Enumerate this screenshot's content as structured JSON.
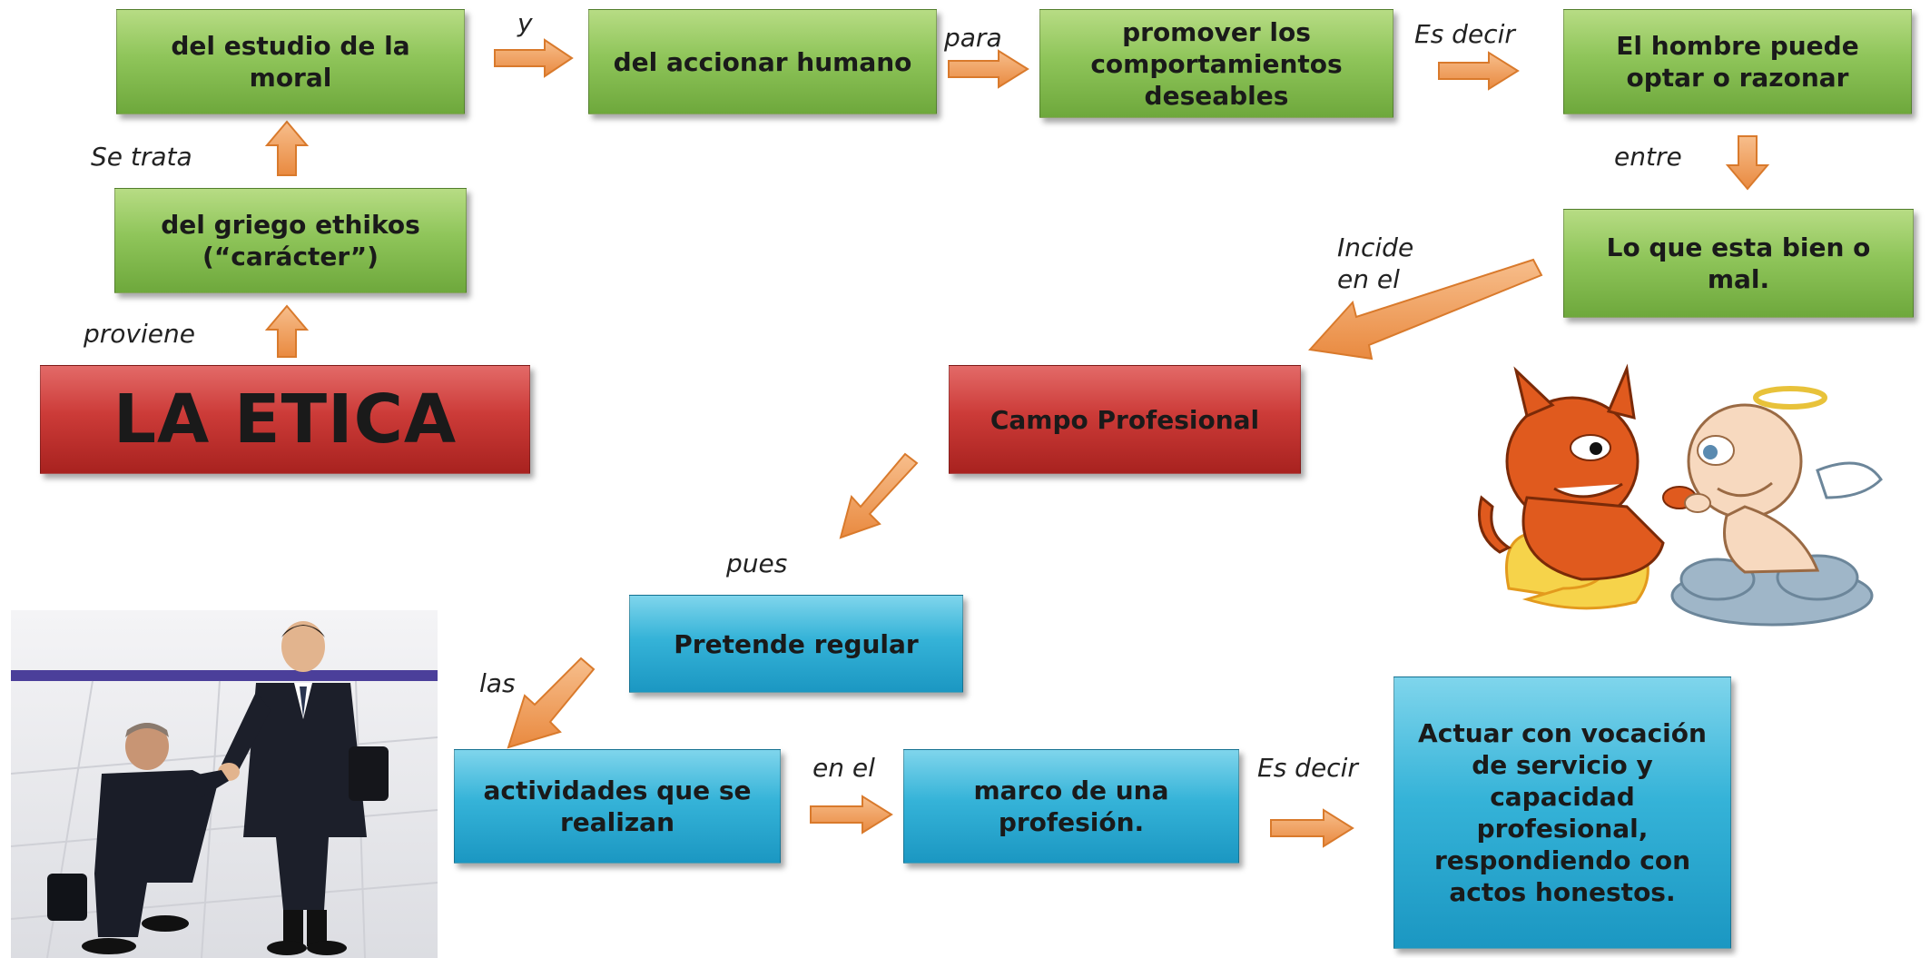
{
  "main": {
    "title": "LA ETICA",
    "campo": "Campo Profesional"
  },
  "boxes": {
    "griego": "del griego ethikos (“carácter”)",
    "estudio": "del estudio de la moral",
    "accionar": "del accionar humano",
    "promover": "promover los comportamientos deseables",
    "hombre": "El hombre puede optar o razonar",
    "bienmal": "Lo que esta bien o mal.",
    "pretende": "Pretende regular",
    "actividades": "actividades que se realizan",
    "marco": "marco de una profesión.",
    "actuar": "Actuar con vocación de servicio y capacidad profesional, respondiendo con actos honestos."
  },
  "connectors": {
    "proviene": "proviene",
    "se_trata": "Se trata",
    "y": "y",
    "para": "para",
    "es_decir_1": "Es decir",
    "entre": "entre",
    "incide": "Incide en el",
    "pues": "pues",
    "las": "las",
    "en_el": "en el",
    "es_decir_2": "Es decir"
  },
  "colors": {
    "green": "#8fc55a",
    "red": "#cc3b38",
    "blue": "#35b3d8",
    "arrow": "#f0a060",
    "arrow_stroke": "#d97a2c"
  },
  "images": [
    "businessmen-handshake-photo",
    "devil-and-angel-cartoon"
  ]
}
